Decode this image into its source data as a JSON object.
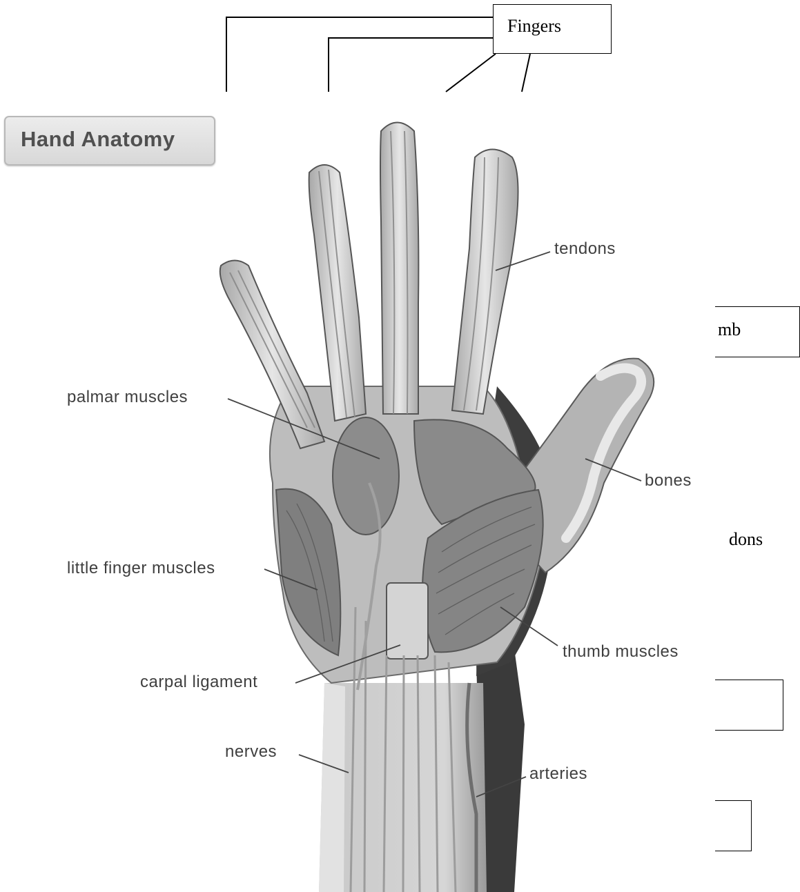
{
  "title": "Hand Anatomy",
  "labels": {
    "tendons": "tendons",
    "palmar_muscles": "palmar muscles",
    "bones": "bones",
    "little_finger_muscles": "little finger muscles",
    "thumb_muscles": "thumb muscles",
    "carpal_ligament": "carpal ligament",
    "nerves": "nerves",
    "arteries": "arteries"
  },
  "answer_boxes": {
    "fingers": "Fingers",
    "thumb_partial": "mb",
    "tendons_partial": "dons"
  },
  "colors": {
    "background": "#ffffff",
    "label_text": "#3f3f3f",
    "hand_fill": "#c9c9c9",
    "forearm_shadow": "#3a3a3a",
    "muscle_fill": "#8f8f8f"
  }
}
